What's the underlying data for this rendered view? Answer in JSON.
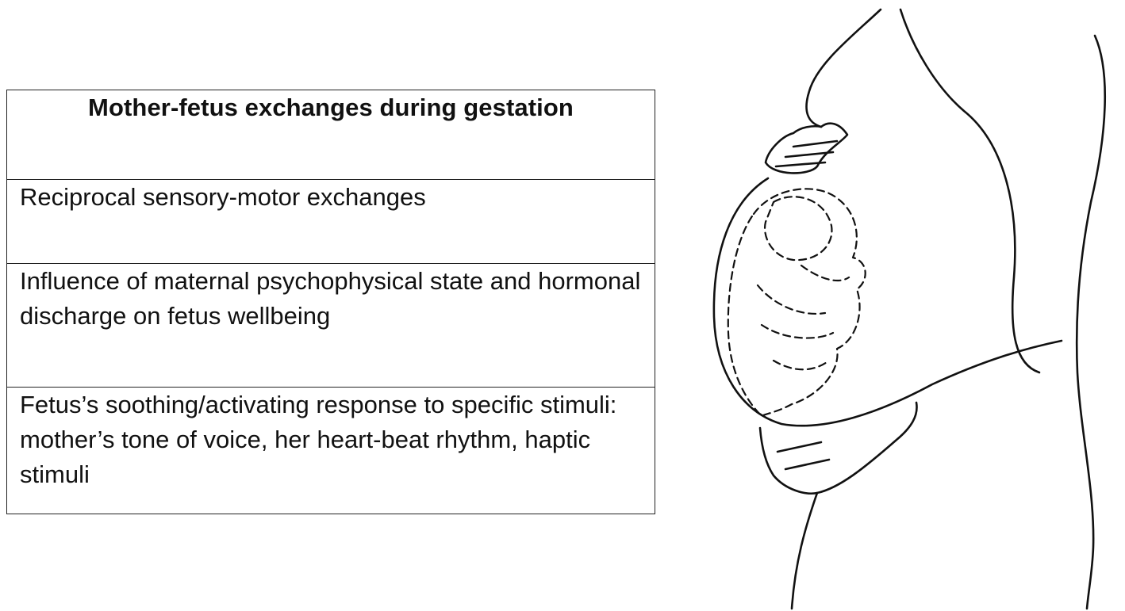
{
  "table": {
    "title": "Mother-fetus exchanges during gestation",
    "rows": [
      "Reciprocal sensory-motor exchanges",
      "Influence of maternal psychophysical state and hormonal discharge on fetus wellbeing",
      "Fetus’s soothing/activating response to specific stimuli: mother’s tone of voice, her heart-beat rhythm, haptic stimuli"
    ]
  },
  "illustration": {
    "icon": "pregnant-woman-with-fetus-icon"
  }
}
